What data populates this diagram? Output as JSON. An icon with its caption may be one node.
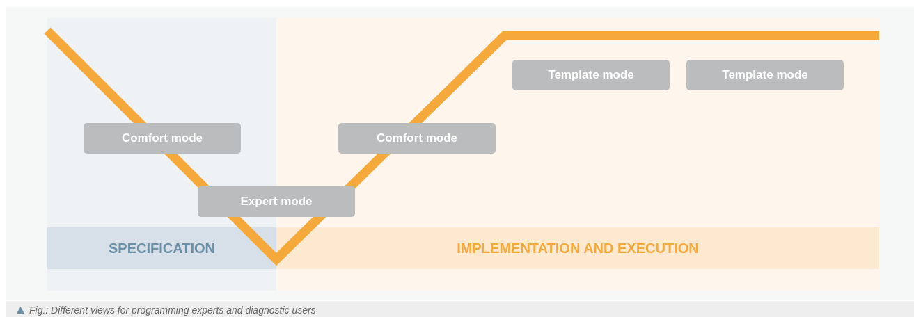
{
  "diagram": {
    "caption": "Fig.: Different views for programming experts and diagnostic users",
    "nodes": [
      {
        "text": [
          "Template mode"
        ]
      },
      {
        "text": [
          "Template mode"
        ]
      },
      {
        "text": [
          "Comfort mode"
        ]
      },
      {
        "text": [
          "Comfort mode"
        ]
      },
      {
        "text": [
          "Expert mode"
        ]
      },
      {
        "text": [
          "SPECIFICATION"
        ]
      },
      {
        "text": [
          "IMPLEMENTATION AND EXECUTION"
        ]
      }
    ],
    "edges": []
  }
}
